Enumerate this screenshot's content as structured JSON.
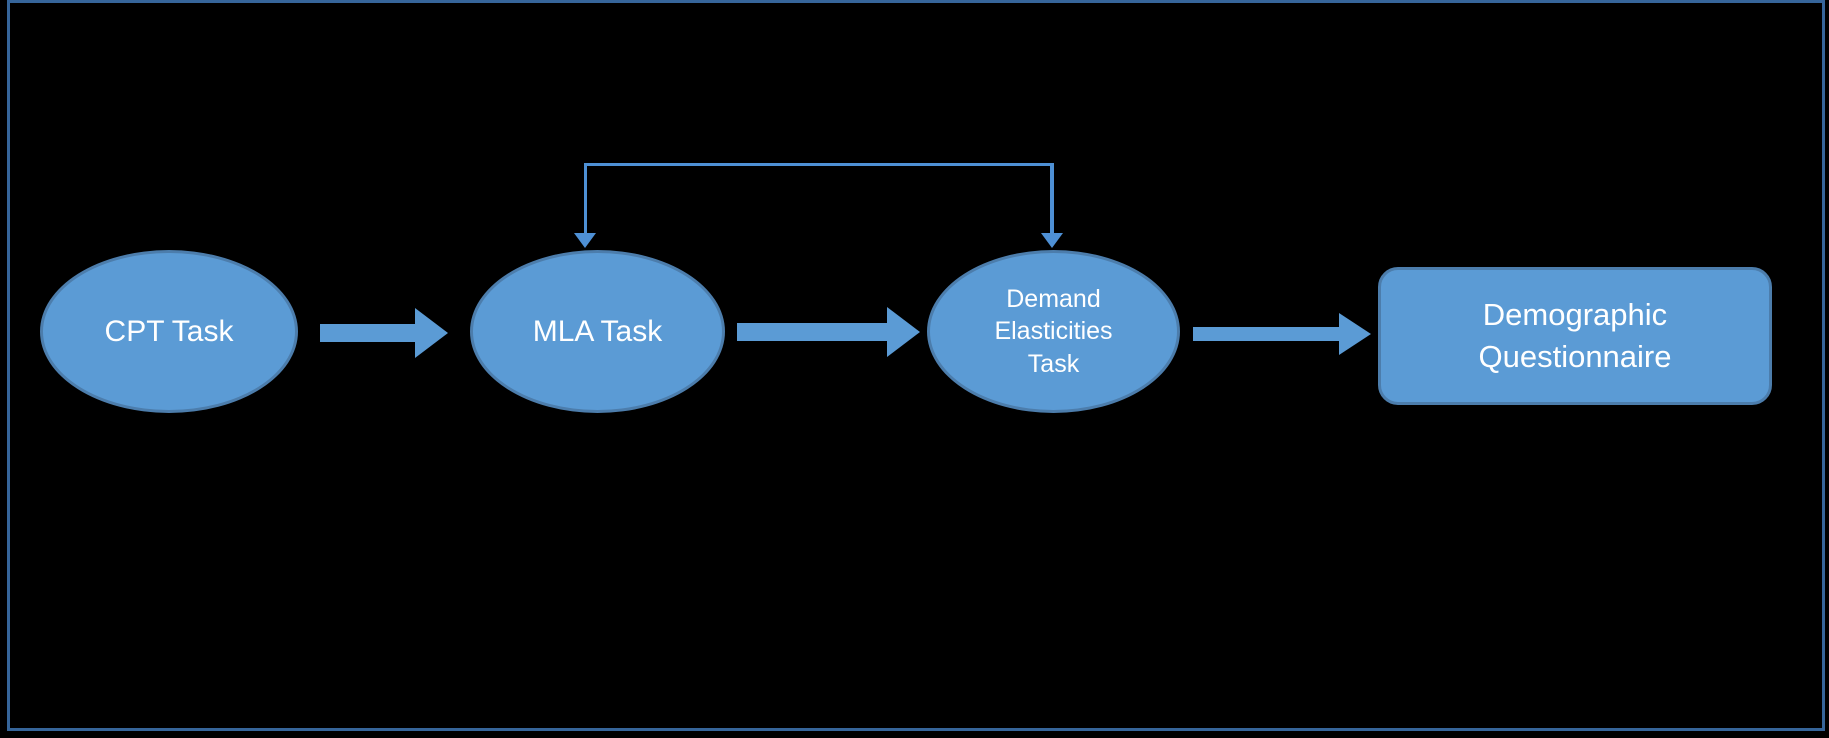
{
  "diagram": {
    "type": "flowchart",
    "colors": {
      "background": "#000000",
      "frame_border": "#36659A",
      "shape_fill": "#5B9BD5",
      "shape_stroke": "#4C7DAC",
      "arrow_fill": "#5B9BD5",
      "connector_line": "#4E90D5",
      "label_text": "#FFFFFF"
    },
    "nodes": {
      "cpt": {
        "shape": "ellipse",
        "label": "CPT Task"
      },
      "mla": {
        "shape": "ellipse",
        "label": "MLA Task"
      },
      "demand": {
        "shape": "ellipse",
        "label": "Demand Elasticities Task",
        "lines": [
          "Demand",
          "Elasticities",
          "Task"
        ]
      },
      "demographic": {
        "shape": "rounded-rectangle",
        "label": "Demographic Questionnaire",
        "lines": [
          "Demographic",
          "Questionnaire"
        ]
      }
    },
    "edges": [
      {
        "from": "CPT Task",
        "to": "MLA Task",
        "style": "block-arrow"
      },
      {
        "from": "MLA Task",
        "to": "Demand Elasticities Task",
        "style": "block-arrow"
      },
      {
        "from": "Demand Elasticities Task",
        "to": "Demographic Questionnaire",
        "style": "block-arrow"
      },
      {
        "between": [
          "MLA Task",
          "Demand Elasticities Task"
        ],
        "style": "elbow-connector",
        "arrowheads": "both-ends-pointing-down"
      }
    ]
  }
}
